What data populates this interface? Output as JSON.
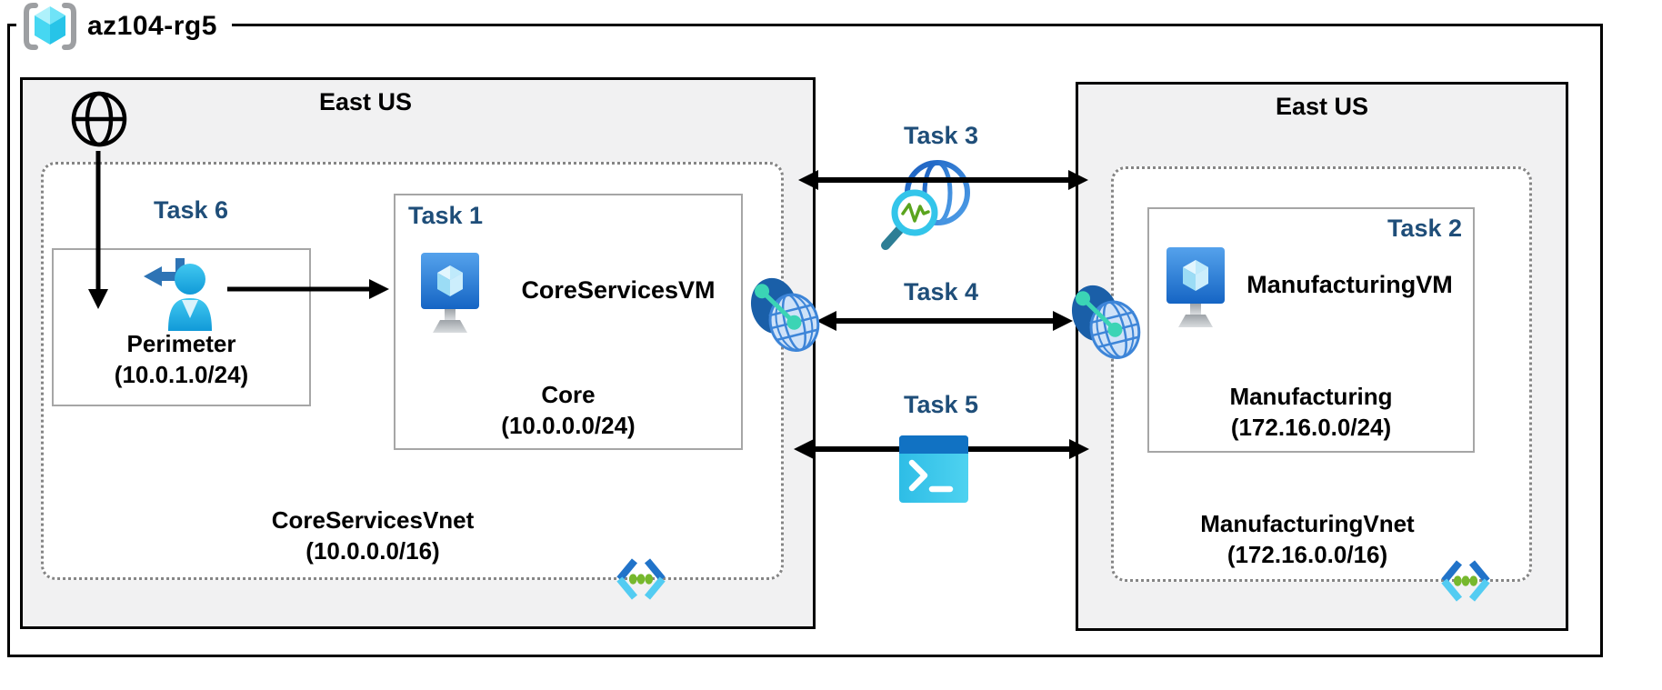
{
  "resource_group": {
    "name": "az104-rg5",
    "icon": "resource-group-icon"
  },
  "left_region": {
    "name": "East US",
    "internet_icon": "internet-globe-icon",
    "vnet_name": "CoreServicesVnet",
    "vnet_cidr": "(10.0.0.0/16)",
    "vnet_icon": "virtual-network-icon",
    "perimeter_box": {
      "task_label": "Task 6",
      "icon": "user-signin-icon",
      "subnet_name": "Perimeter",
      "subnet_cidr": "(10.0.1.0/24)"
    },
    "vm_box": {
      "task_label": "Task 1",
      "icon": "virtual-machine-icon",
      "vm_name": "CoreServicesVM",
      "subnet_name": "Core",
      "subnet_cidr": "(10.0.0.0/24)"
    }
  },
  "right_region": {
    "name": "East US",
    "vnet_name": "ManufacturingVnet",
    "vnet_cidr": "(172.16.0.0/16)",
    "vnet_icon": "virtual-network-icon",
    "vm_box": {
      "task_label": "Task 2",
      "icon": "virtual-machine-icon",
      "vm_name": "ManufacturingVM",
      "subnet_name": "Manufacturing",
      "subnet_cidr": "(172.16.0.0/24)"
    }
  },
  "connections": {
    "task3": {
      "label": "Task 3",
      "icon": "network-watcher-icon",
      "style": "double-arrow"
    },
    "task4": {
      "label": "Task 4",
      "icon": "network-peering-icon",
      "style": "double-arrow"
    },
    "task5": {
      "label": "Task 5",
      "icon": "powershell-icon",
      "style": "double-arrow"
    }
  },
  "colors": {
    "task_label": "#1f4e79",
    "region_background": "#f1f1f2",
    "box_border": "#a6a6a6",
    "vnet_dotted_border": "#858585",
    "arrow": "#000000"
  }
}
